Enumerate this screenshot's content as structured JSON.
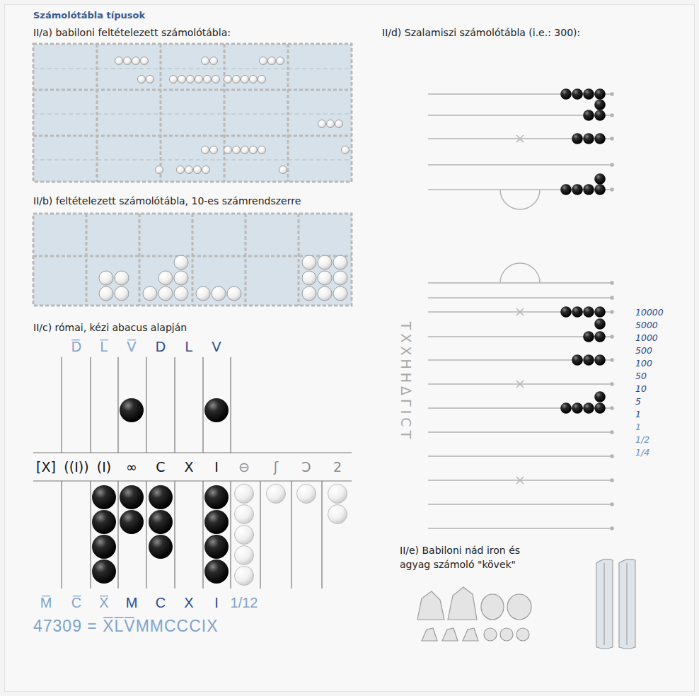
{
  "diagram": {
    "title": "Számolótábla típusok",
    "labels": [
      "II/a) babiloni feltételezett számolótábla:",
      "II/b) feltételezett számolótábla, 10-es számrendszerre",
      "II/c) római, kézi abacus alapján",
      "D̅",
      "L̅",
      "V̅",
      "D",
      "L",
      "V",
      "[X]",
      "((I))",
      "(I)",
      "∞",
      "C",
      "X",
      "I",
      "⊖",
      "ʃ",
      "Ɔ",
      "2",
      "M̅",
      "C̅",
      "X̅",
      "M",
      "C",
      "X",
      "I",
      "1/12",
      "47309 = X̅L̅V̅MMCCCIX",
      "II/d) Szalamiszi számolótábla (i.e.: 300):",
      "ΤΧΧΗΗΔΓΙCΤ",
      "10000",
      "5000",
      "1000",
      "500",
      "100",
      "50",
      "10",
      "5",
      "1",
      "1",
      "1/2",
      "1/4",
      "II/e) Babiloni nád iron és agyag számoló \"kövek\""
    ]
  }
}
